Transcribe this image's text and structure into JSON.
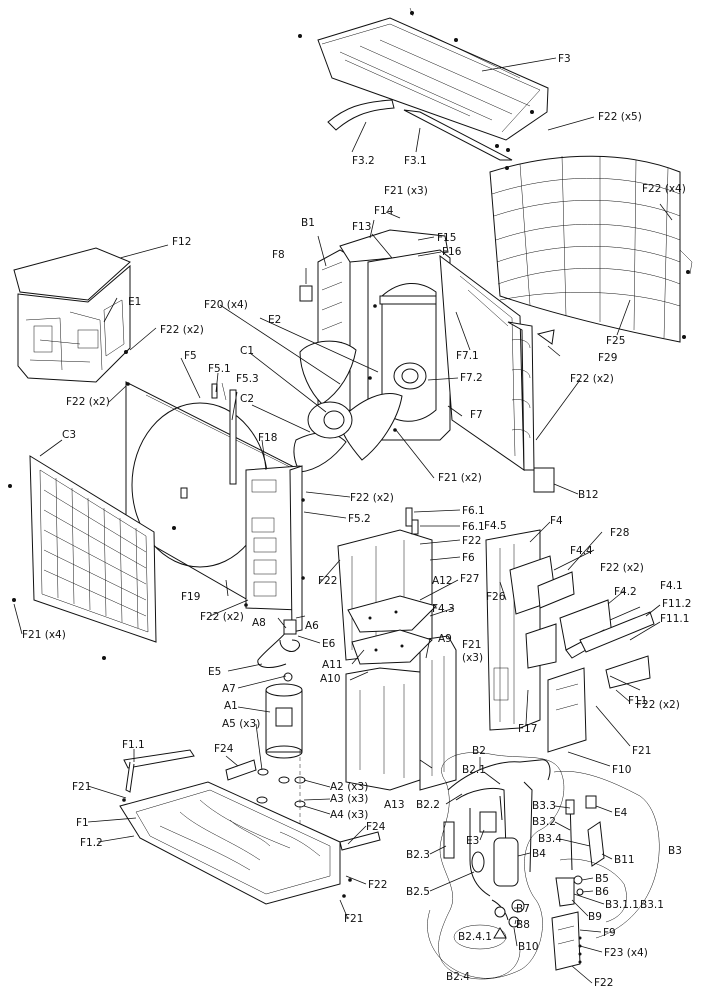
{
  "labels": [
    "F3",
    "F22 (x5)",
    "F3.2",
    "F3.1",
    "F22 (x4)",
    "F21 (x3)",
    "F12",
    "B1",
    "F14",
    "F13",
    "F15",
    "F16",
    "F8",
    "E1",
    "F22 (x2)",
    "F20 (x4)",
    "E2",
    "F7.1",
    "F25",
    "F5",
    "C1",
    "F7.2",
    "F29",
    "F22 (x2)",
    "F5.1",
    "F5.3",
    "F7",
    "F22 (x2)",
    "C2",
    "C3",
    "F18",
    "F21 (x2)",
    "B12",
    "F22 (x2)",
    "F5.2",
    "F6.1",
    "F6.1",
    "F22",
    "F6",
    "F4.5",
    "F4",
    "F28",
    "F4.4",
    "F22 (x2)",
    "F27",
    "A12",
    "F22",
    "F19",
    "F4.1",
    "F26",
    "F4.2",
    "F4.3",
    "F11.2",
    "F21 (x4)",
    "F22 (x2)",
    "A8",
    "A6",
    "E6",
    "A9",
    "F11.1",
    "F21",
    "(x3)",
    "E5",
    "A11",
    "A10",
    "A7",
    "F11",
    "A1",
    "F22 (x2)",
    "A5 (x3)",
    "F17",
    "F21",
    "F10",
    "F1.1",
    "F24",
    "B2",
    "B2.1",
    "A2 (x3)",
    "A3 (x3)",
    "F21",
    "A4 (x3)",
    "A13",
    "B2.2",
    "B3.3",
    "E4",
    "F1",
    "F24",
    "B3.2",
    "F1.2",
    "E3",
    "B3.4",
    "B3",
    "B2.3",
    "B4",
    "B11",
    "F22",
    "B5",
    "B2.5",
    "B6",
    "B3.1.1",
    "B3.1",
    "B7",
    "B9",
    "F21",
    "B8",
    "F9",
    "B2.4.1",
    "B10",
    "F23 (x4)",
    "B2.4",
    "F22"
  ]
}
